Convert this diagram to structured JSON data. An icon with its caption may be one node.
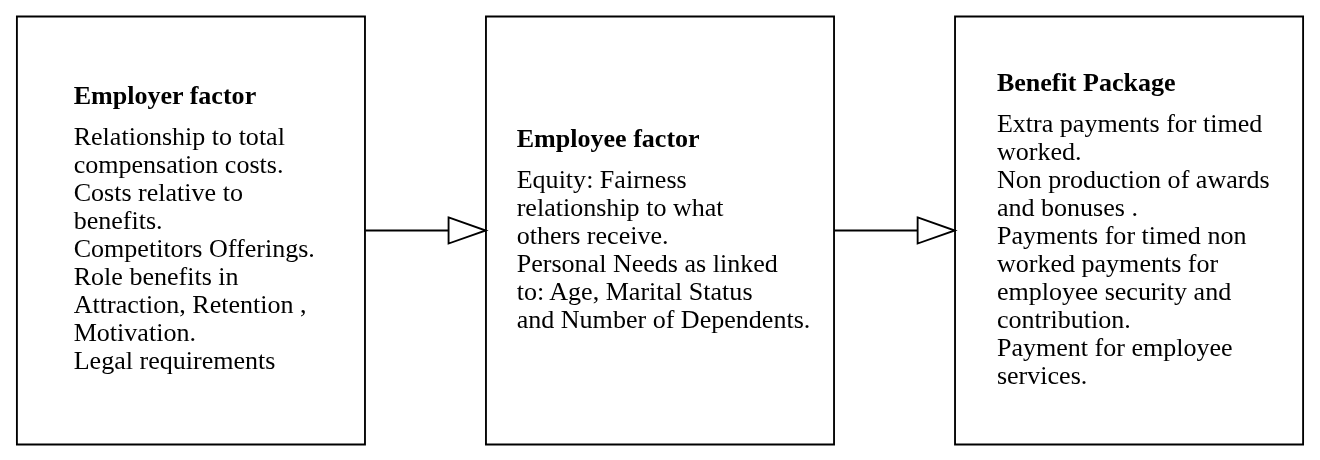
{
  "diagram": {
    "nodes": [
      {
        "text": [
          "Employer factor",
          "Relationship to total compensation costs.",
          "Costs relative to benefits.",
          "Competitors Offerings.",
          "Role benefits in Attraction, Retention , Motivation.",
          "Legal requirements"
        ]
      },
      {
        "text": [
          "Employee factor",
          "Equity: Fairness relationship to what others receive.",
          "Personal Needs as linked to: Age, Marital Status and Number of Dependents."
        ]
      },
      {
        "text": [
          "Benefit Package",
          "Extra payments for timed worked.",
          "Non production of awards and bonuses .",
          "Payments for timed non worked payments for employee security and contribution.",
          "Payment for employee services."
        ]
      }
    ],
    "edges": [
      {
        "from": 0,
        "to": 1,
        "arrow": "to"
      },
      {
        "from": 1,
        "to": 2,
        "arrow": "to"
      }
    ]
  }
}
